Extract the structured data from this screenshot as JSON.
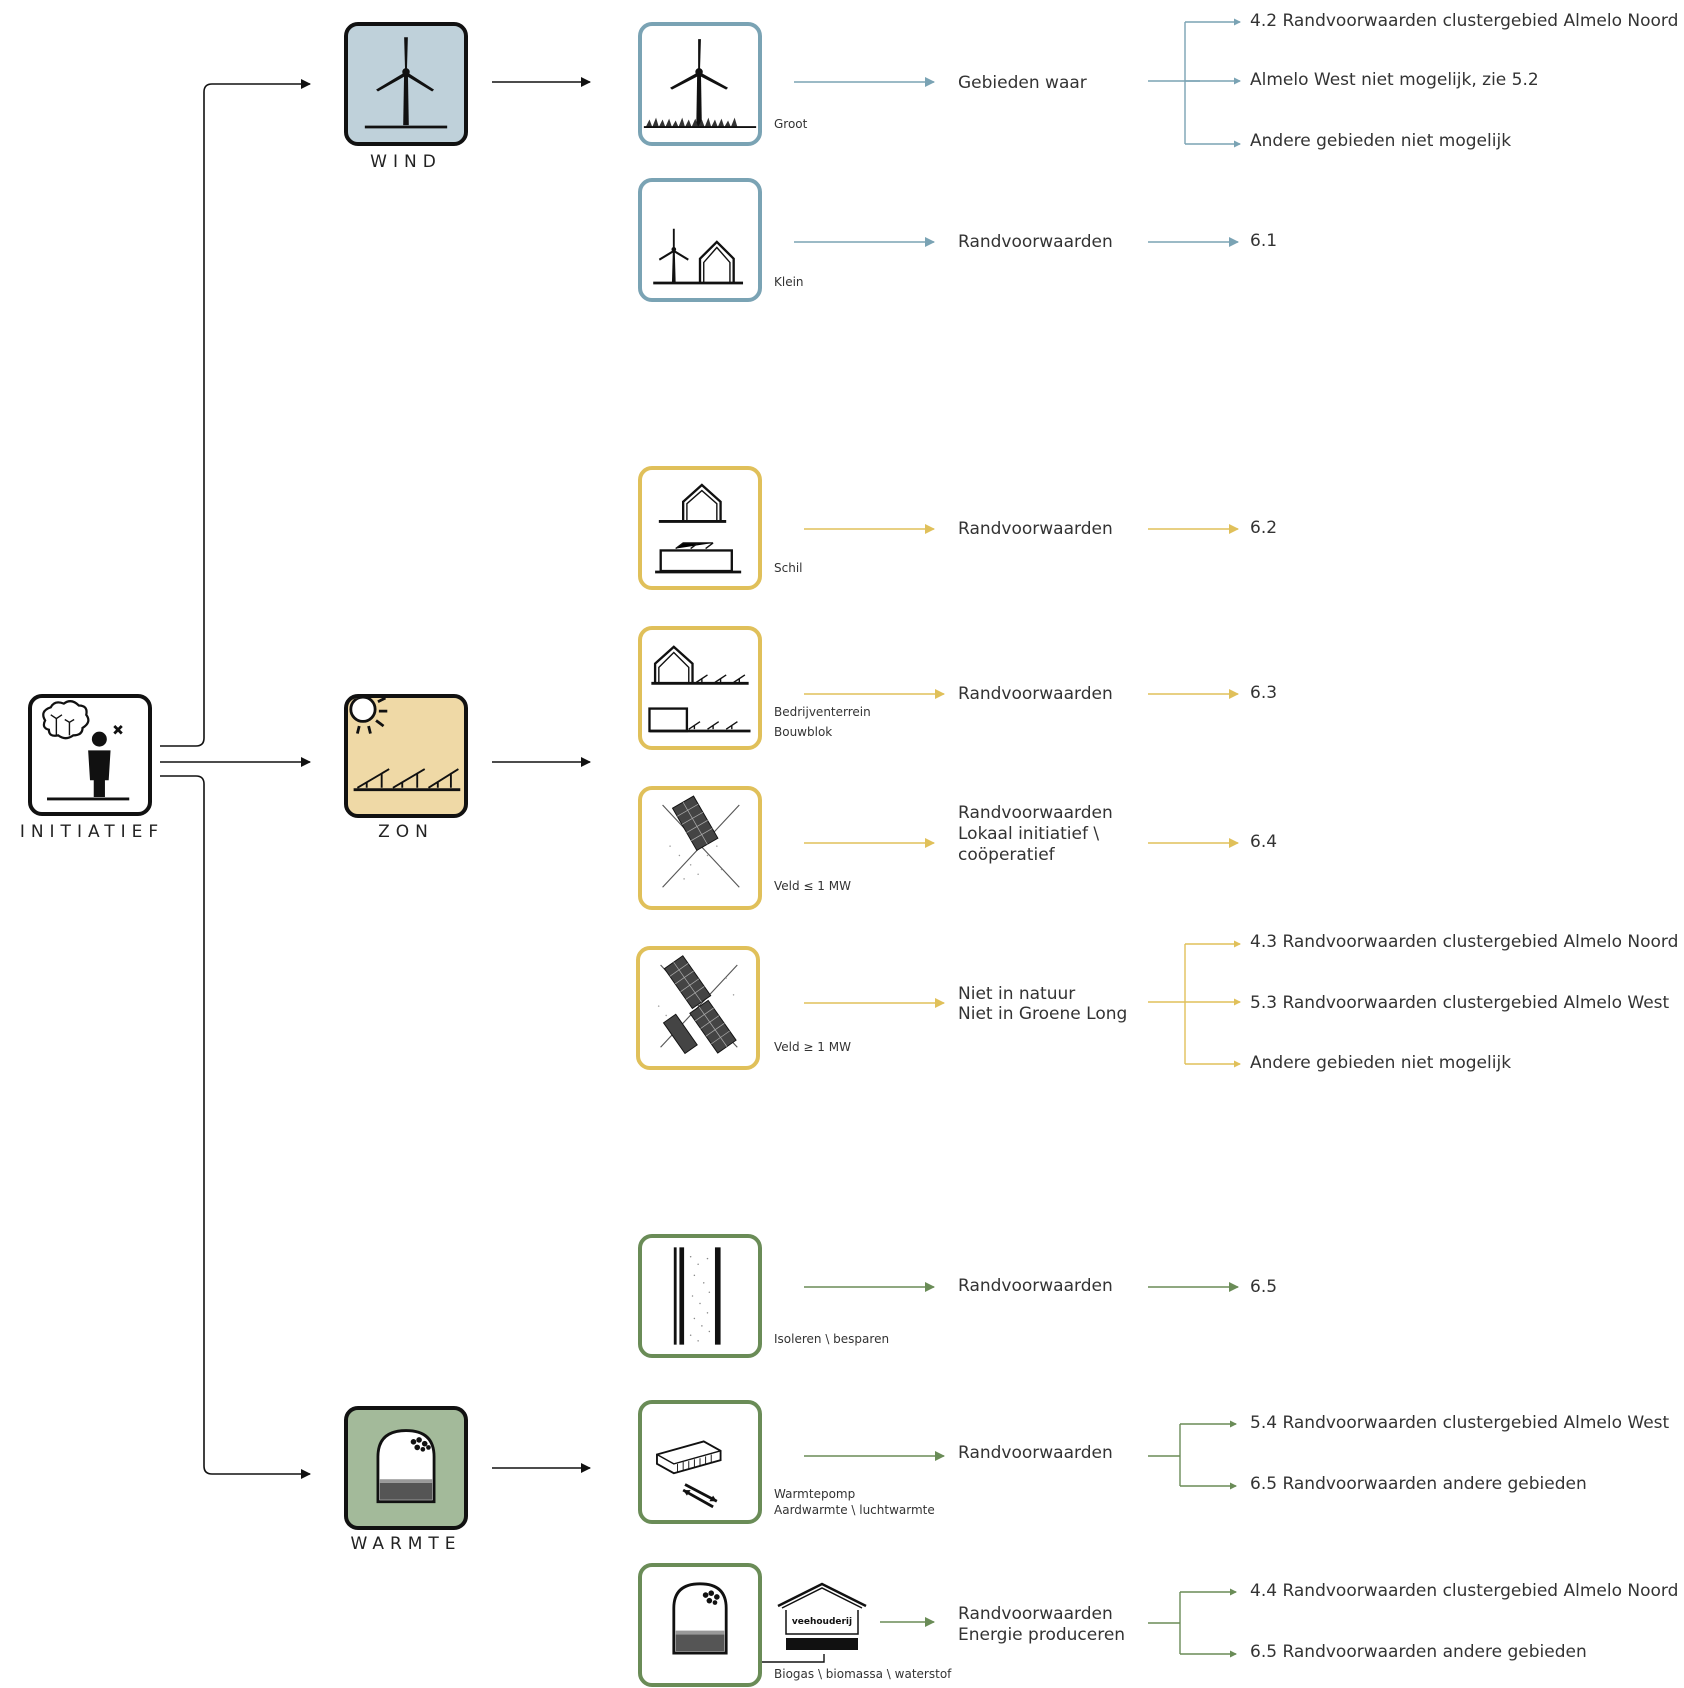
{
  "colors": {
    "wind": "#7aa3b4",
    "zon": "#e0c05a",
    "warmte": "#6a8c57",
    "main_arrow": "#111111",
    "wind_fill": "#bfd1da",
    "zon_fill": "#efd9a6",
    "warmte_fill": "#a3ba9a"
  },
  "initiatief": {
    "label": "INITIATIEF",
    "icon": "person-with-idea-icon"
  },
  "categories": {
    "wind": {
      "label": "WIND",
      "icon": "wind-turbine-icon"
    },
    "zon": {
      "label": "ZON",
      "icon": "solar-panels-icon"
    },
    "warmte": {
      "label": "WARMTE",
      "icon": "biogas-tank-icon"
    }
  },
  "wind_items": [
    {
      "label": "Groot",
      "icon": "large-wind-turbine-icon",
      "mid": [
        "Gebieden waar"
      ],
      "refs": [
        "4.2 Randvoorwaarden clustergebied Almelo Noord",
        "Almelo West niet mogelijk, zie 5.2",
        "Andere gebieden niet mogelijk"
      ]
    },
    {
      "label": "Klein",
      "icon": "small-wind-turbine-house-icon",
      "mid": [
        "Randvoorwaarden"
      ],
      "refs": [
        "6.1"
      ]
    }
  ],
  "zon_items": [
    {
      "label": "Schil",
      "icon": "building-roof-solar-icon",
      "mid": [
        "Randvoorwaarden"
      ],
      "refs": [
        "6.2"
      ]
    },
    {
      "label": [
        "Bedrijventerrein",
        "Bouwblok"
      ],
      "icon": "industrial-solar-icon",
      "mid": [
        "Randvoorwaarden"
      ],
      "refs": [
        "6.3"
      ]
    },
    {
      "label": "Veld ≤ 1 MW",
      "icon": "small-solar-field-icon",
      "mid": [
        "Randvoorwaarden",
        "Lokaal initiatief \\",
        "coöperatief"
      ],
      "refs": [
        "6.4"
      ]
    },
    {
      "label": "Veld ≥ 1 MW",
      "icon": "large-solar-field-icon",
      "mid": [
        "Niet in natuur",
        "Niet in Groene Long"
      ],
      "refs": [
        "4.3 Randvoorwaarden clustergebied Almelo Noord",
        "5.3 Randvoorwaarden clustergebied Almelo West",
        "Andere gebieden niet mogelijk"
      ]
    }
  ],
  "warmte_items": [
    {
      "label": "Isoleren \\ besparen",
      "icon": "insulation-wall-icon",
      "mid": [
        "Randvoorwaarden"
      ],
      "refs": [
        "6.5"
      ]
    },
    {
      "label": [
        "Warmtepomp",
        "Aardwarmte \\ luchtwarmte"
      ],
      "icon": "heat-pump-icon",
      "mid": [
        "Randvoorwaarden"
      ],
      "refs": [
        "5.4 Randvoorwaarden clustergebied Almelo West",
        "6.5 Randvoorwaarden andere gebieden"
      ]
    },
    {
      "label": "Biogas \\ biomassa \\ waterstof",
      "icon": "biogas-barn-icon",
      "barn_label": "veehouderij",
      "mid": [
        "Randvoorwaarden",
        "Energie produceren"
      ],
      "refs": [
        "4.4 Randvoorwaarden clustergebied Almelo Noord",
        "6.5 Randvoorwaarden andere gebieden"
      ]
    }
  ]
}
